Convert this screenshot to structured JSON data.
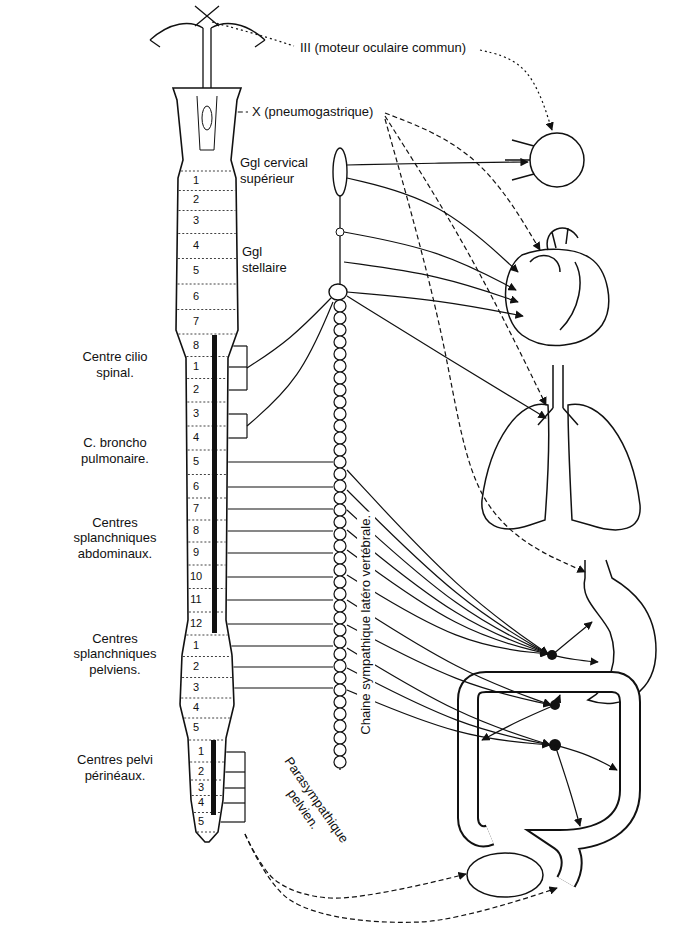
{
  "diagram": {
    "labels": [
      "III (moteur oculaire commun)",
      "X (pneumogastrique)",
      "Ggl cervical supérieur",
      "Ggl stellaire",
      "Centre cilio spinal.",
      "C. broncho pulmonaire.",
      "Centres splanchniques abdominaux.",
      "Centres splanchniques pelviens.",
      "Centres pelvi périnéaux.",
      "Chaine sympathique latéro vertébrale.",
      "Parasympathique pelvien.",
      "1",
      "2",
      "3",
      "4",
      "5",
      "6",
      "7",
      "8",
      "1",
      "2",
      "3",
      "4",
      "5",
      "6",
      "7",
      "8",
      "9",
      "10",
      "11",
      "12",
      "1",
      "2",
      "3",
      "4",
      "5",
      "1",
      "2",
      "3",
      "4",
      "5"
    ]
  }
}
